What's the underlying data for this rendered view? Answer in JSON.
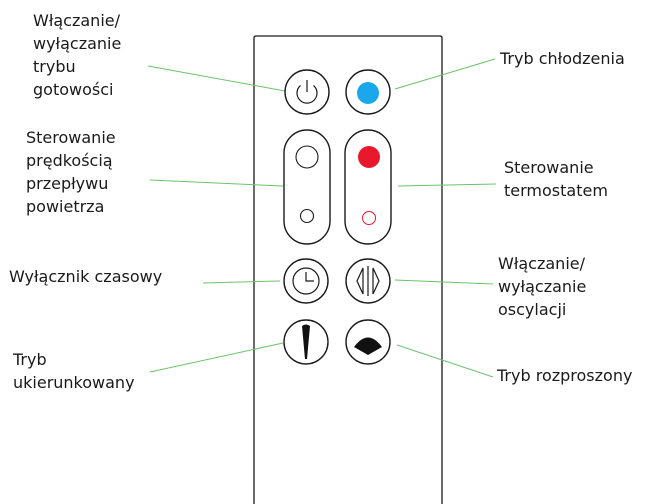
{
  "labels": {
    "standby": [
      "Włączanie/",
      "wyłączanie",
      "trybu",
      "gotowości"
    ],
    "airflow": [
      "Sterowanie",
      "prędkością",
      "przepływu",
      "powietrza"
    ],
    "timer": [
      "Wyłącznik czasowy"
    ],
    "focused": [
      "Tryb",
      "ukierunkowany"
    ],
    "cooling": [
      "Tryb chłodzenia"
    ],
    "thermostat": [
      "Sterowanie",
      "termostatem"
    ],
    "oscillation": [
      "Włączanie/",
      "wyłączanie",
      "oscylacji"
    ],
    "diffused": [
      "Tryb rozproszony"
    ]
  },
  "colors": {
    "leader_line": "#6cc36c",
    "cooling_dot": "#1aa7ec",
    "heat_dot": "#e8192c",
    "heat_small_ring": "#e8192c",
    "outline": "#1a1a1a"
  },
  "icons": {
    "standby_button": "power-icon",
    "cooling_button": "cooling-dot-icon",
    "airflow_up": "circle-large-icon",
    "airflow_down": "circle-small-icon",
    "thermostat_up": "red-dot-icon",
    "thermostat_down": "red-ring-icon",
    "timer_button": "clock-icon",
    "oscillation_button": "oscillation-arrows-icon",
    "focused_button": "focused-flow-icon",
    "diffused_button": "diffused-flow-icon"
  }
}
